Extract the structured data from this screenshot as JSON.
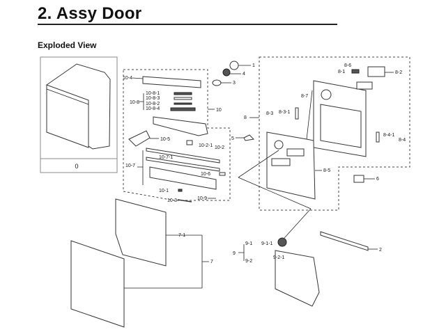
{
  "page": {
    "title": "2.  Assy Door",
    "subtitle": "Exploded View"
  },
  "diagram": {
    "assembly_box_label": "0",
    "labels": {
      "p1": "1",
      "p2": "2",
      "p3": "3",
      "p4": "4",
      "p5": "5",
      "p6": "6",
      "p7": "7",
      "p7_1": "7-1",
      "p8": "8",
      "p8_1": "8-1",
      "p8_2": "8-2",
      "p8_3": "8-3",
      "p8_3_1": "8-3-1",
      "p8_4": "8-4",
      "p8_4_1": "8-4-1",
      "p8_5": "8-5",
      "p8_6": "8-6",
      "p8_7": "8-7",
      "p9": "9",
      "p9_1": "9-1",
      "p9_1_1": "9-1-1",
      "p9_2": "9-2",
      "p9_2_1": "9-2-1",
      "p10": "10",
      "p10_1": "10-1",
      "p10_2": "10-2",
      "p10_2_1": "10-2-1",
      "p10_3": "10-3",
      "p10_4": "10-4",
      "p10_5": "10-5",
      "p10_6": "10-6",
      "p10_7": "10-7",
      "p10_7_1": "10-7-1",
      "p10_8": "10-8",
      "p10_8_1": "10-8-1",
      "p10_8_2": "10-8-2",
      "p10_8_3": "10-8-3",
      "p10_8_4": "10-8-4",
      "p10_9": "10-9"
    }
  }
}
